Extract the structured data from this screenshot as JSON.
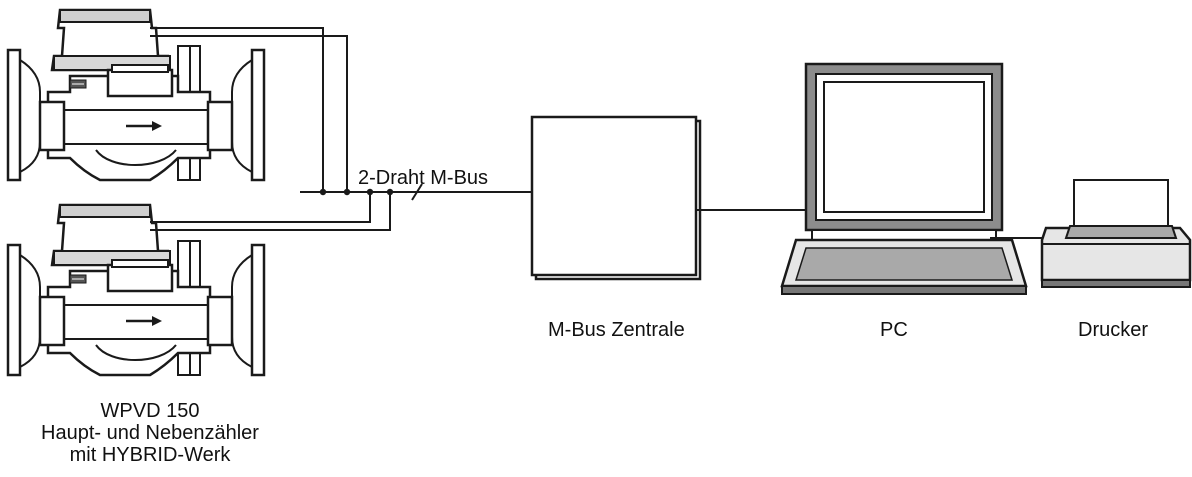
{
  "bus_label": "2-Draht M-Bus",
  "central_label": "M-Bus Zentrale",
  "pc_label": "PC",
  "printer_label": "Drucker",
  "meter_caption": {
    "line1": "WPVD 150",
    "line2": "Haupt- und Nebenzähler",
    "line3": "mit HYBRID-Werk"
  },
  "colors": {
    "line": "#1a1a1a",
    "gray_light": "#e6e6e6",
    "gray_mid": "#a9a9a9",
    "gray_dark": "#777777",
    "screen_bezel": "#8c8c8c"
  }
}
